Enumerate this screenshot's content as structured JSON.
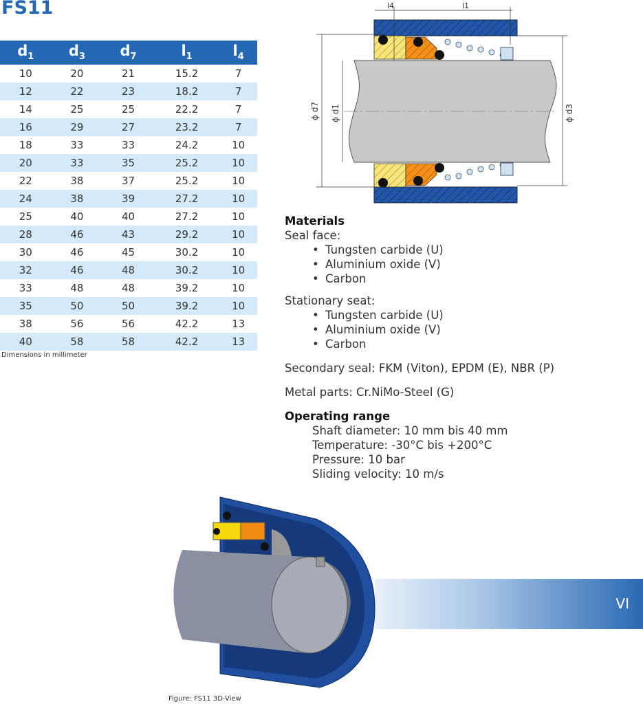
{
  "title": "FS11",
  "table": {
    "headers": [
      {
        "base": "d",
        "sub": "1"
      },
      {
        "base": "d",
        "sub": "3"
      },
      {
        "base": "d",
        "sub": "7"
      },
      {
        "base": "l",
        "sub": "1"
      },
      {
        "base": "l",
        "sub": "4"
      }
    ],
    "rows": [
      [
        "10",
        "20",
        "21",
        "15.2",
        "7"
      ],
      [
        "12",
        "22",
        "23",
        "18.2",
        "7"
      ],
      [
        "14",
        "25",
        "25",
        "22.2",
        "7"
      ],
      [
        "16",
        "29",
        "27",
        "23.2",
        "7"
      ],
      [
        "18",
        "33",
        "33",
        "24.2",
        "10"
      ],
      [
        "20",
        "33",
        "35",
        "25.2",
        "10"
      ],
      [
        "22",
        "38",
        "37",
        "25.2",
        "10"
      ],
      [
        "24",
        "38",
        "39",
        "27.2",
        "10"
      ],
      [
        "25",
        "40",
        "40",
        "27.2",
        "10"
      ],
      [
        "28",
        "46",
        "43",
        "29.2",
        "10"
      ],
      [
        "30",
        "46",
        "45",
        "30.2",
        "10"
      ],
      [
        "32",
        "46",
        "48",
        "30.2",
        "10"
      ],
      [
        "33",
        "48",
        "48",
        "39.2",
        "10"
      ],
      [
        "35",
        "50",
        "50",
        "39.2",
        "10"
      ],
      [
        "38",
        "56",
        "56",
        "42.2",
        "13"
      ],
      [
        "40",
        "58",
        "58",
        "42.2",
        "13"
      ]
    ],
    "note": "Dimensions in millimeter"
  },
  "drawing": {
    "l4": "l4",
    "l1": "l1",
    "d7": "ϕ d7",
    "d1": "ϕ d1",
    "d3": "ϕ d3"
  },
  "materials": {
    "heading": "Materials",
    "seal_face_label": "Seal face:",
    "seal_face": [
      "Tungsten carbide (U)",
      "Aluminium oxide (V)",
      "Carbon"
    ],
    "stationary_label": "Stationary seat:",
    "stationary": [
      "Tungsten carbide (U)",
      "Aluminium oxide (V)",
      "Carbon"
    ],
    "secondary": "Secondary seal: FKM (Viton), EPDM (E), NBR (P)",
    "metal": "Metal parts: Cr.NiMo-Steel (G)"
  },
  "operating": {
    "heading": "Operating range",
    "items": [
      "Shaft diameter: 10 mm bis 40 mm",
      "Temperature: -30°C bis +200°C",
      "Pressure: 10 bar",
      "Sliding velocity: 10 m/s"
    ]
  },
  "section_label": "VI",
  "caption": "Figure:  FS11 3D-View"
}
